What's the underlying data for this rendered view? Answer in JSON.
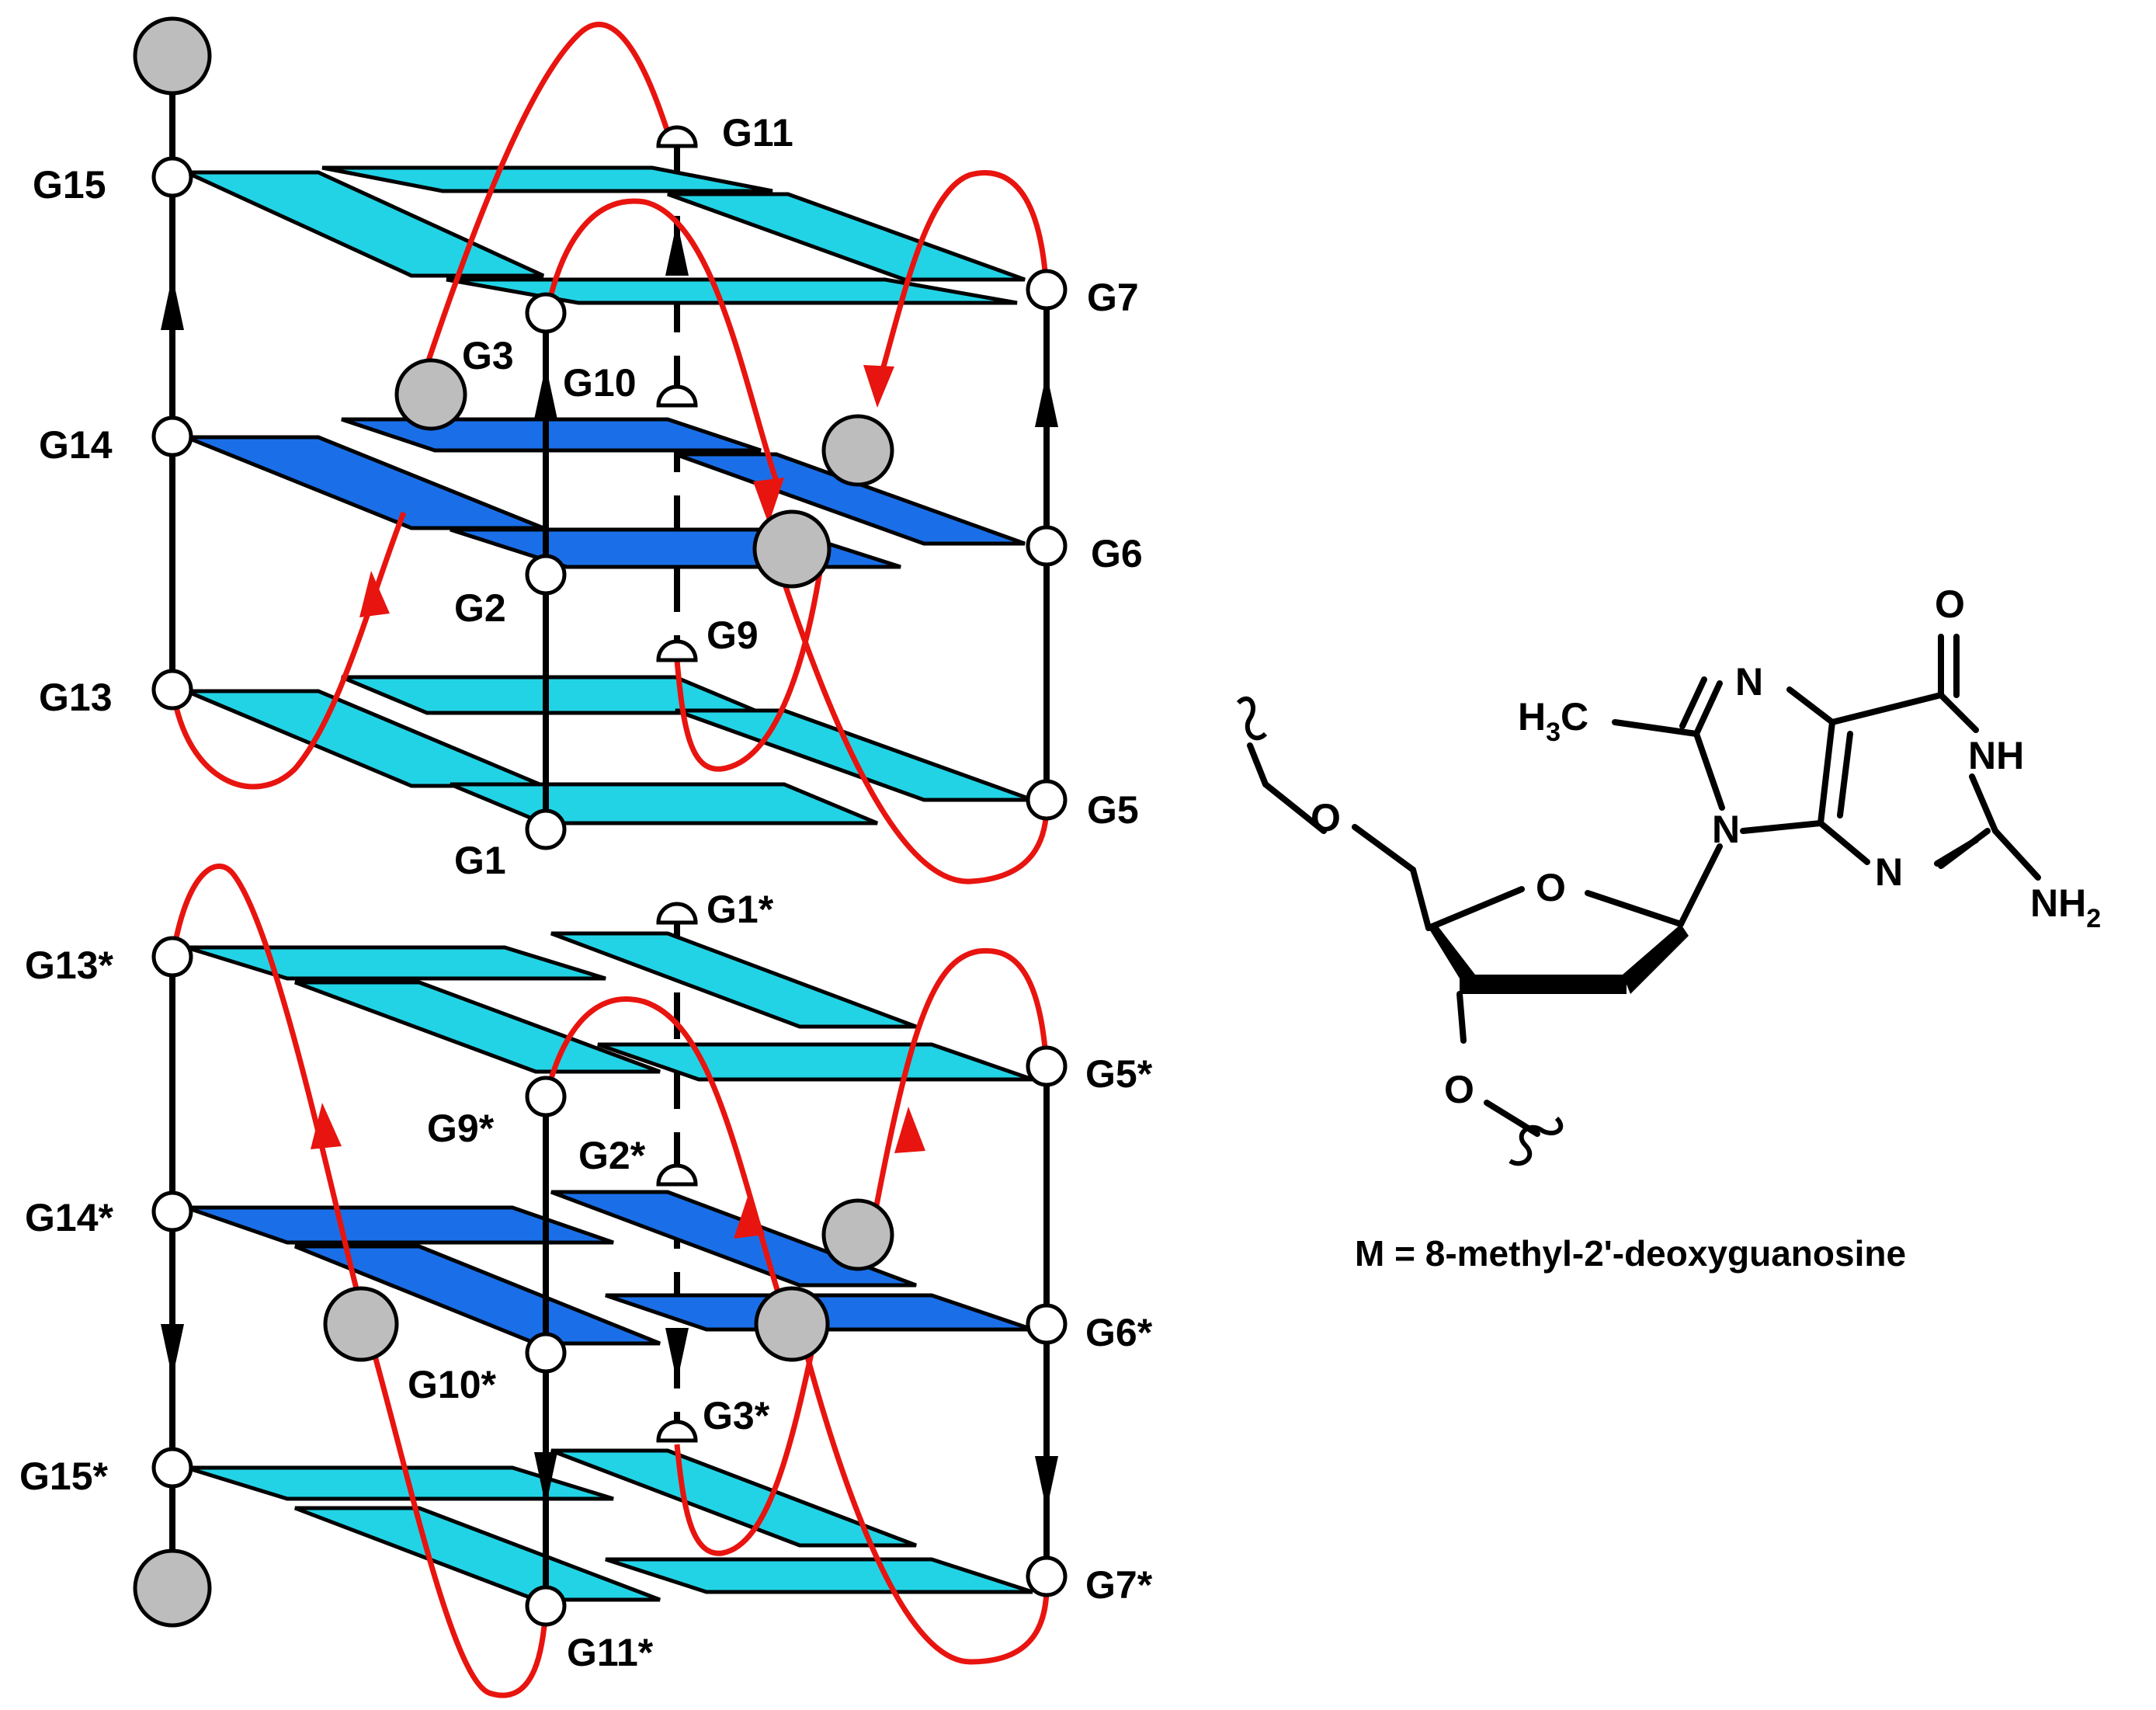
{
  "colors": {
    "tetrad_light": "#22d3e6",
    "tetrad_dark": "#1a6fe8",
    "loop": "#e8140f",
    "backbone": "#000000",
    "methyl_sphere": "#bdbdbd",
    "node_fill": "#ffffff"
  },
  "top_quadruplex": {
    "labels": {
      "g15": "G15",
      "g11": "G11",
      "g7": "G7",
      "g3": "G3",
      "g10": "G10",
      "g14": "G14",
      "g6": "G6",
      "g2": "G2",
      "g9": "G9",
      "g13": "G13",
      "g5": "G5",
      "g1": "G1"
    }
  },
  "bottom_quadruplex": {
    "labels": {
      "g13s": "G13*",
      "g1s": "G1*",
      "g5s": "G5*",
      "g9s": "G9*",
      "g2s": "G2*",
      "g14s": "G14*",
      "g6s": "G6*",
      "g10s": "G10*",
      "g3s": "G3*",
      "g15s": "G15*",
      "g7s": "G7*",
      "g11s": "G11*"
    }
  },
  "structure": {
    "o": "O",
    "n7": "N",
    "nh": "NH",
    "n9": "N",
    "n3": "N",
    "nh2": "NH",
    "nh2_sub": "2",
    "h3c_h": "H",
    "h3c_sub": "3",
    "h3c_c": "C",
    "o_ring": "O",
    "o_5": "O",
    "o_3": "O"
  },
  "caption": "M = 8-methyl-2'-deoxyguanosine"
}
